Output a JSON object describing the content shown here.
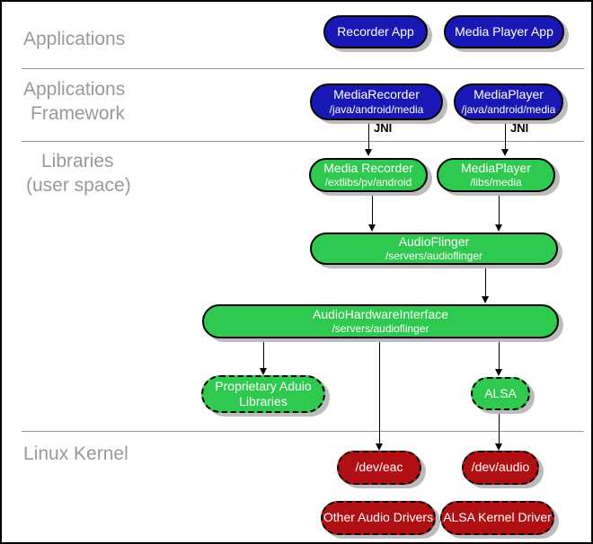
{
  "layers": {
    "applications": {
      "label": "Applications"
    },
    "applications_framework": {
      "line1": "Applications",
      "line2": "Framework"
    },
    "libraries": {
      "line1": "Libraries",
      "line2": "(user space)"
    },
    "linux_kernel": {
      "label": "Linux Kernel"
    }
  },
  "nodes": {
    "recorder_app": {
      "title": "Recorder App"
    },
    "media_player_app": {
      "title": "Media Player App"
    },
    "media_recorder_fw": {
      "title": "MediaRecorder",
      "subtitle": "/java/android/media"
    },
    "media_player_fw": {
      "title": "MediaPlayer",
      "subtitle": "/java/android/media"
    },
    "media_recorder_lib": {
      "title": "Media Recorder",
      "subtitle": "/extlibs/pv/android"
    },
    "media_player_lib": {
      "title": "MediaPlayer",
      "subtitle": "/libs/media"
    },
    "audioflinger": {
      "title": "AudioFlinger",
      "subtitle": "/servers/audioflinger"
    },
    "audio_hardware_interface": {
      "title": "AudioHardwareInterface",
      "subtitle": "/servers/audioflinger"
    },
    "proprietary_audio_libraries": {
      "title": "Proprietary Aduio",
      "title2": "Libraries"
    },
    "alsa": {
      "title": "ALSA"
    },
    "dev_eac": {
      "title": "/dev/eac"
    },
    "dev_audio": {
      "title": "/dev/audio"
    },
    "other_audio_drivers": {
      "title": "Other Audio Drivers"
    },
    "alsa_kernel_driver": {
      "title": "ALSA Kernel Driver"
    }
  },
  "labels": {
    "jni_left": "JNI",
    "jni_right": "JNI"
  },
  "colors": {
    "app_blue": "#1A18B5",
    "library_green": "#2EC94E",
    "kernel_red": "#B01013",
    "shadow_gray": "#BCBCBC",
    "layer_label_gray": "#999999"
  }
}
